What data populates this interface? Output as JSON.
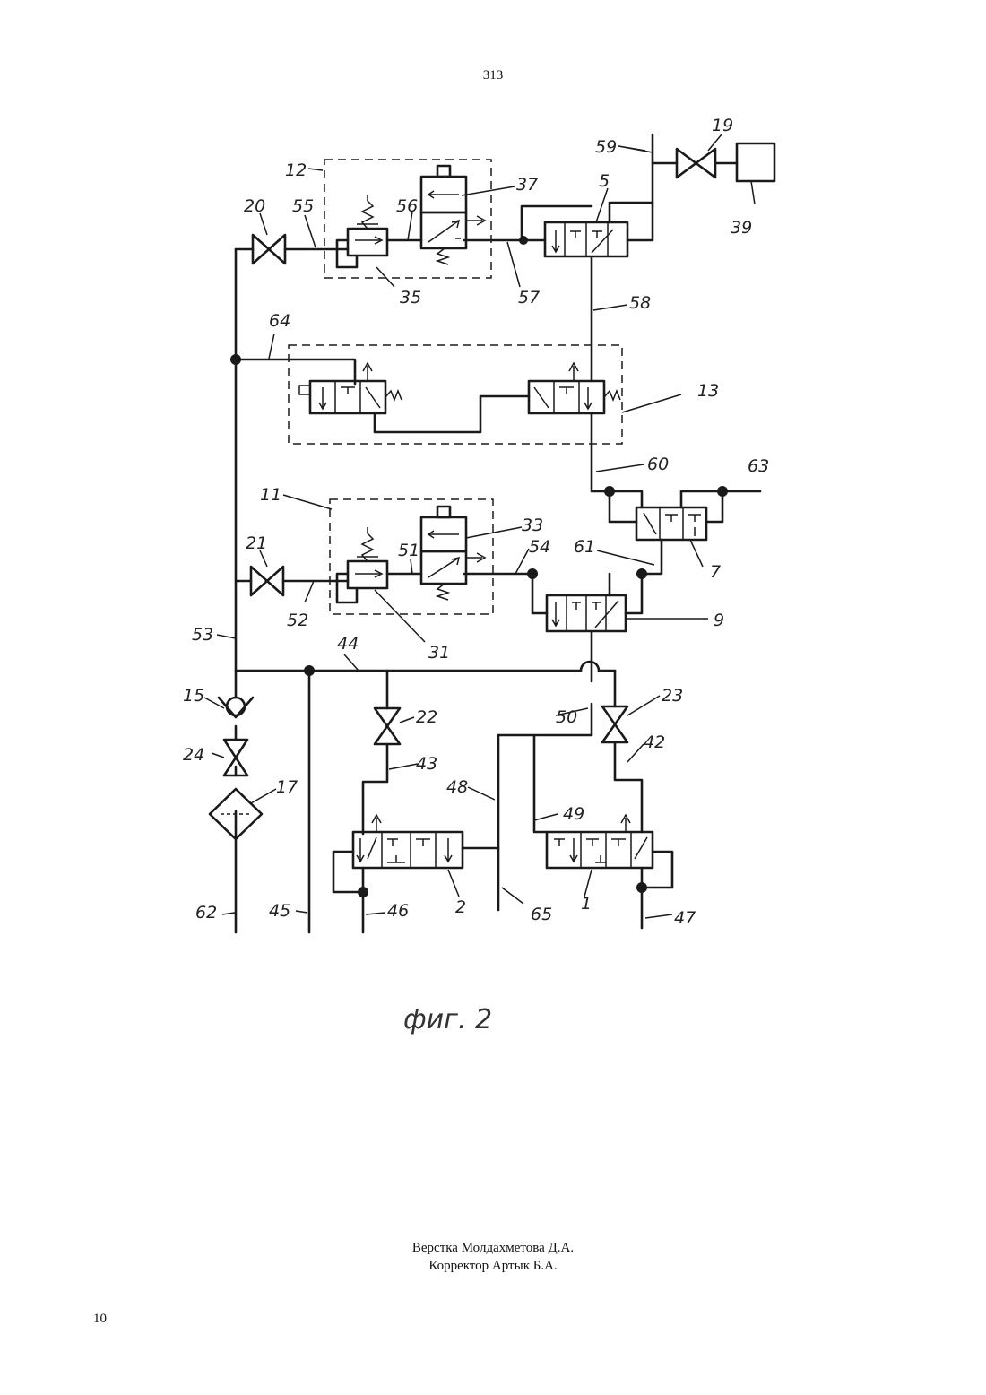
{
  "header": {
    "page_number": "313"
  },
  "footer": {
    "credit_layout": "Верстка Молдахметова Д.А.",
    "credit_corrector": "Корректор Артык Б.А.",
    "page_number": "10"
  },
  "figure": {
    "caption": "фиг. 2"
  },
  "labels": {
    "l1": "1",
    "l2": "2",
    "l5": "5",
    "l7": "7",
    "l9": "9",
    "l11": "11",
    "l12": "12",
    "l13": "13",
    "l15": "15",
    "l17": "17",
    "l19": "19",
    "l20": "20",
    "l21": "21",
    "l22": "22",
    "l23": "23",
    "l24": "24",
    "l31": "31",
    "l33": "33",
    "l35": "35",
    "l37": "37",
    "l39": "39",
    "l42": "42",
    "l43": "43",
    "l44": "44",
    "l45": "45",
    "l46": "46",
    "l47": "47",
    "l48": "48",
    "l49": "49",
    "l50": "50",
    "l51": "51",
    "l52": "52",
    "l53": "53",
    "l54": "54",
    "l55": "55",
    "l56": "56",
    "l57": "57",
    "l58": "58",
    "l59": "59",
    "l60": "60",
    "l61": "61",
    "l62": "62",
    "l63": "63",
    "l64": "64",
    "l65": "65"
  }
}
